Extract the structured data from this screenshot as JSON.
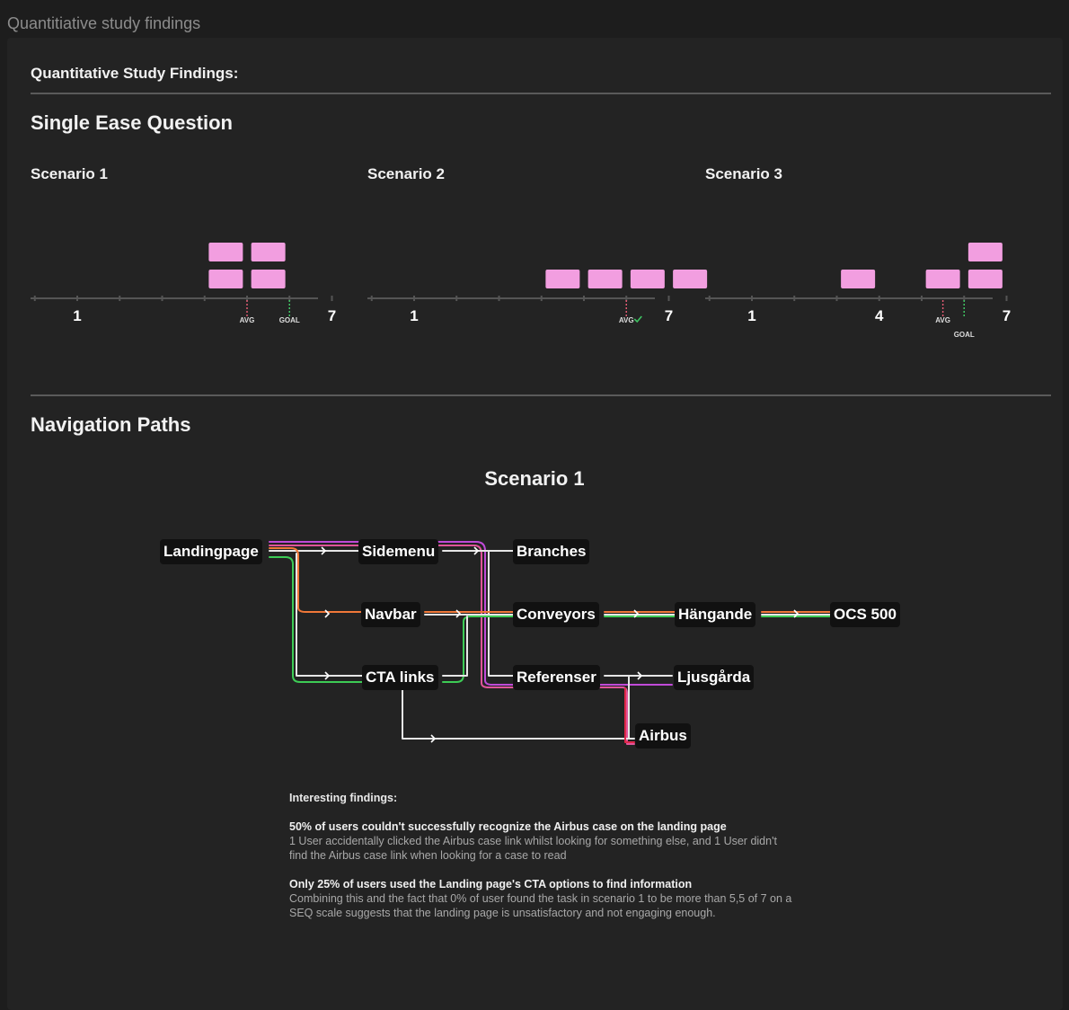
{
  "frame_label": "Quantitiative study findings",
  "board_title": "Quantitative Study Findings:",
  "seq": {
    "heading": "Single Ease Question",
    "scenarios": [
      {
        "title": "Scenario 1",
        "tick_labels": [
          {
            "v": 1,
            "t": "1"
          },
          {
            "v": 7,
            "t": "7"
          }
        ],
        "responses": [
          4.5,
          4.5,
          5.5,
          5.5
        ],
        "avg": {
          "label": "AVG",
          "value": 5
        },
        "goal": {
          "label": "GOAL",
          "value": 6
        }
      },
      {
        "title": "Scenario 2",
        "tick_labels": [
          {
            "v": 1,
            "t": "1"
          },
          {
            "v": 7,
            "t": "7"
          }
        ],
        "responses": [
          4.5,
          5.5,
          6.5,
          7.5
        ],
        "avg": {
          "label": "AVG",
          "value": 6,
          "met": true
        }
      },
      {
        "title": "Scenario 3",
        "tick_labels": [
          {
            "v": 1,
            "t": "1"
          },
          {
            "v": 4,
            "t": "4"
          },
          {
            "v": 7,
            "t": "7"
          }
        ],
        "responses": [
          3.5,
          5.5,
          6.5,
          6.5
        ],
        "avg": {
          "label": "AVG",
          "value": 5.5
        },
        "goal": {
          "label": "GOAL",
          "value": 6
        }
      }
    ],
    "colors": {
      "block": "#f29ee0",
      "axis": "#555555",
      "avg": "#e05a72",
      "goal": "#3fc463",
      "check": "#3fc463"
    }
  },
  "nav": {
    "heading": "Navigation Paths",
    "scenario_title": "Scenario 1",
    "nodes": {
      "landingpage": "Landingpage",
      "sidemenu": "Sidemenu",
      "branches": "Branches",
      "navbar": "Navbar",
      "conveyors": "Conveyors",
      "hangande": "Hängande",
      "ocs500": "OCS 500",
      "cta": "CTA links",
      "referenser": "Referenser",
      "ljusgarda": "Ljusgårda",
      "airbus": "Airbus"
    },
    "colors": {
      "purple": "#c04ad8",
      "pink": "#e0559a",
      "orange": "#f07838",
      "green": "#3dcc55",
      "white": "#e6e6e6",
      "red": "#e0284a"
    }
  },
  "findings": {
    "heading": "Interesting findings:",
    "items": [
      {
        "bold": "50% of users couldn't successfully recognize the Airbus case on the landing page",
        "desc": "1 User accidentally clicked the Airbus case link whilst looking for something else, and 1 User didn't find the Airbus case link when looking for a case to read"
      },
      {
        "bold": "Only 25% of users used the Landing page's CTA options to find information",
        "desc": "Combining this and the fact that 0% of user found the task in scenario 1 to be more than 5,5 of 7 on a SEQ scale suggests that the landing page is unsatisfactory and not engaging enough."
      }
    ]
  }
}
